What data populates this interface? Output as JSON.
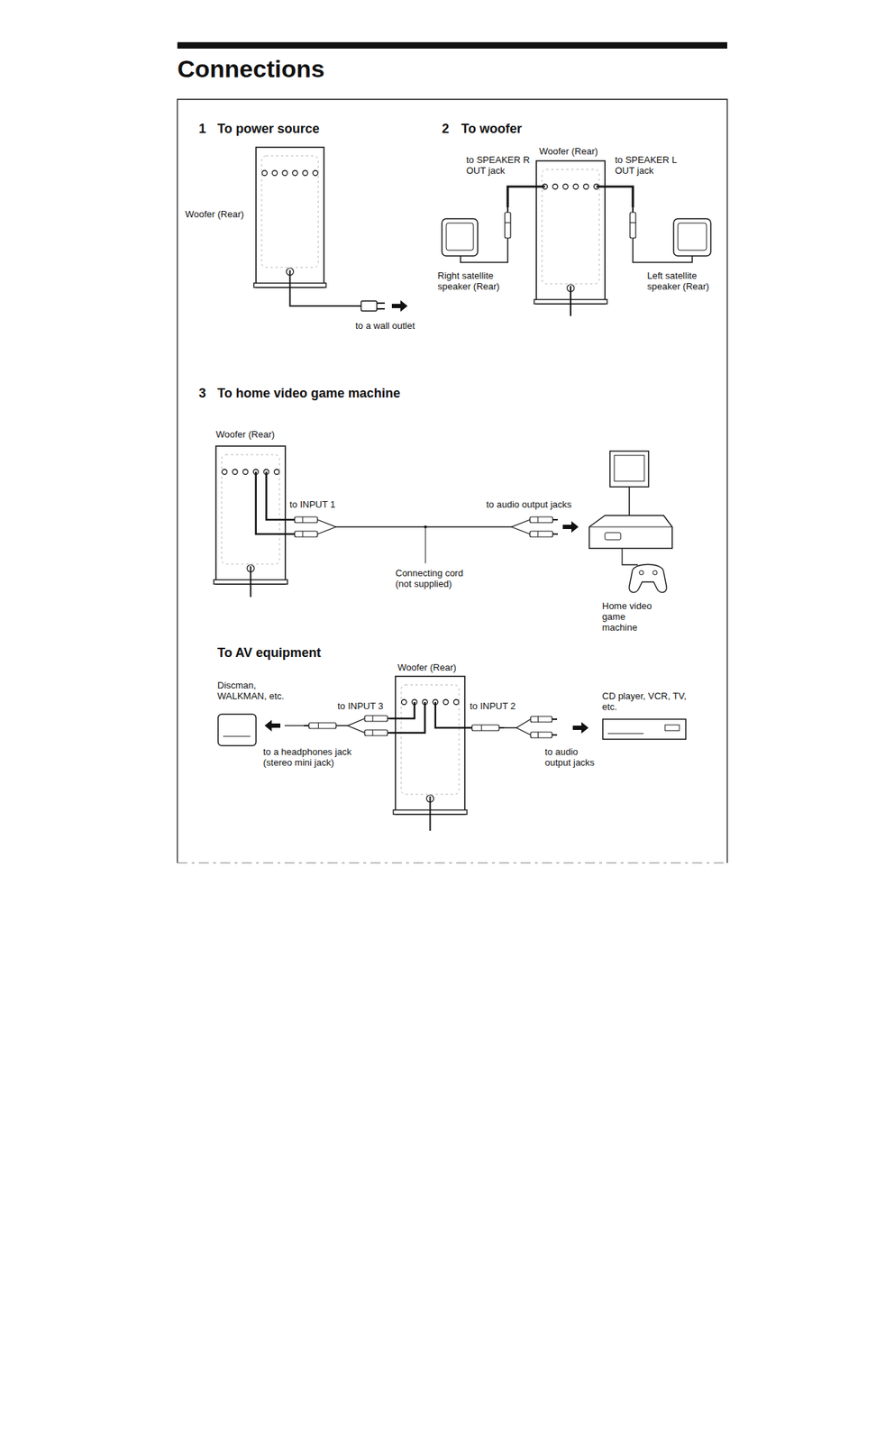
{
  "diagram": {
    "title": "Connections",
    "labels": [
      "1",
      "To power source",
      "Woofer (Rear)",
      "to a wall outlet",
      "2",
      "To woofer",
      "Woofer (Rear)",
      "to SPEAKER R OUT jack",
      "to SPEAKER L OUT jack",
      "Right satellite speaker (Rear)",
      "Left satellite speaker (Rear)",
      "3",
      "To home video game machine",
      "Woofer (Rear)",
      "to INPUT 1",
      "to audio output jacks",
      "Connecting cord (not supplied)",
      "Home video game machine",
      "To AV equipment",
      "Woofer (Rear)",
      "Discman, WALKMAN, etc.",
      "to INPUT 3",
      "to INPUT 2",
      "CD player, VCR, TV, etc.",
      "to a headphones jack (stereo mini jack)",
      "to audio output jacks"
    ]
  }
}
